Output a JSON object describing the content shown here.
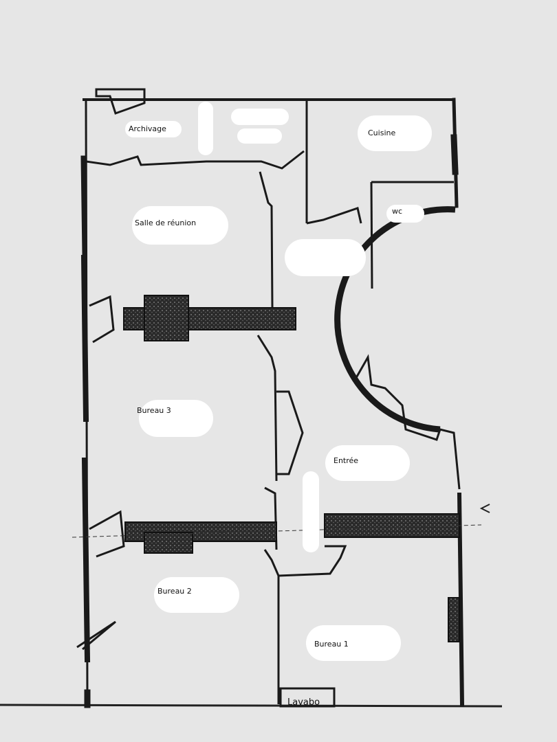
{
  "plan": {
    "rooms": {
      "archivage": "Archivage",
      "cuisine": "Cuisine",
      "wc": "wc",
      "reunion": "Salle de réunion",
      "bureau3": "Bureau 3",
      "entree": "Entrée",
      "bureau2": "Bureau 2",
      "bureau1": "Bureau 1"
    },
    "fixtures": {
      "lavabo": "Lavabo"
    },
    "colors": {
      "paper": "#e6e6e6",
      "wall": "#1a1a1a",
      "label_bg": "#ffffff"
    }
  }
}
